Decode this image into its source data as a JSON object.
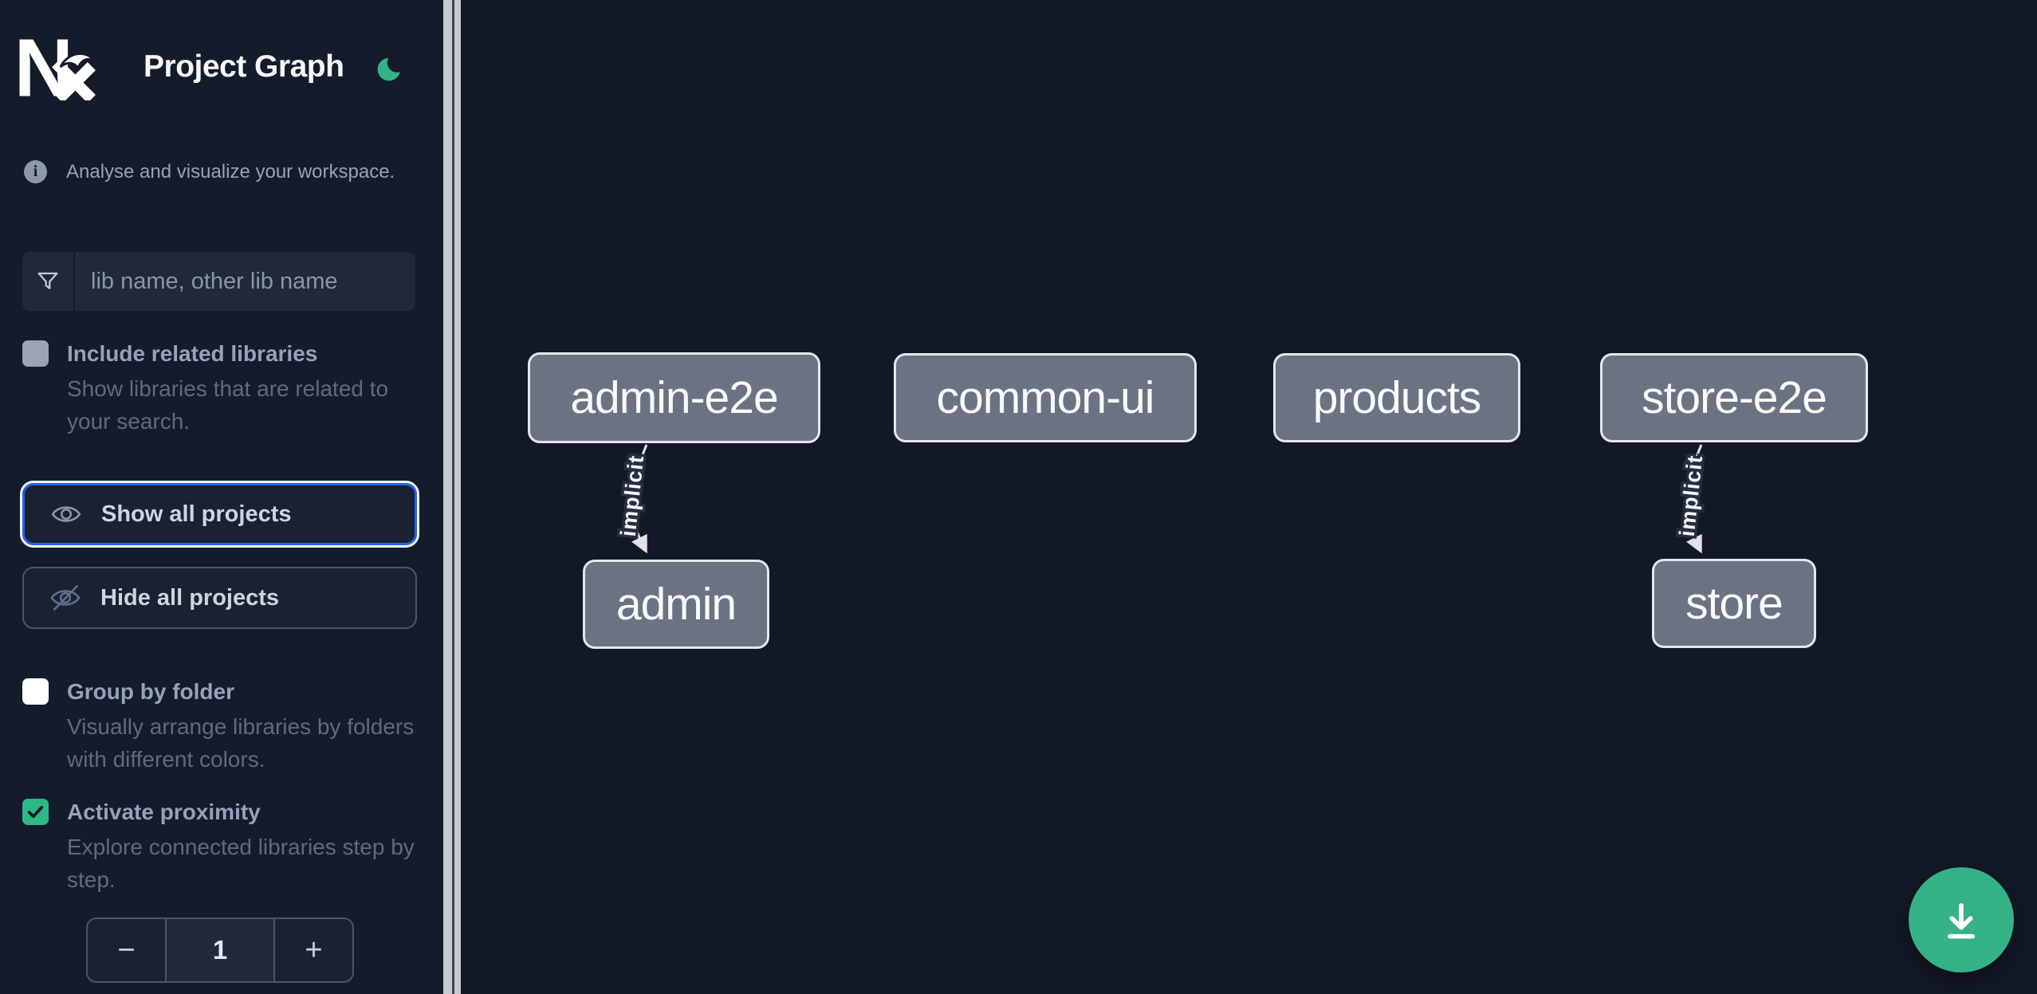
{
  "header": {
    "logo": "Nx",
    "title": "Project Graph",
    "theme_toggle_icon": "moon-icon"
  },
  "sidebar": {
    "tagline": "Analyse and visualize your workspace.",
    "filter": {
      "placeholder": "lib name, other lib name",
      "value": ""
    },
    "options": {
      "include_related": {
        "label": "Include related libraries",
        "description": "Show libraries that are related to your search.",
        "checked": false
      },
      "group_by_folder": {
        "label": "Group by folder",
        "description": "Visually arrange libraries by folders with different colors.",
        "checked": false
      },
      "activate_proximity": {
        "label": "Activate proximity",
        "description": "Explore connected libraries step by step.",
        "checked": true
      }
    },
    "actions": {
      "show_all": "Show all projects",
      "hide_all": "Hide all projects"
    },
    "stepper": {
      "decrease": "−",
      "value": "1",
      "increase": "+"
    }
  },
  "graph": {
    "nodes": [
      {
        "label": "admin-e2e"
      },
      {
        "label": "common-ui"
      },
      {
        "label": "products"
      },
      {
        "label": "store-e2e"
      },
      {
        "label": "admin"
      },
      {
        "label": "store"
      }
    ],
    "edges": [
      {
        "source": "admin-e2e",
        "target": "admin",
        "label": "implicit"
      },
      {
        "source": "store-e2e",
        "target": "store",
        "label": "implicit"
      }
    ]
  },
  "fab": {
    "icon": "download-icon"
  },
  "colors": {
    "canvas_background": "#121826",
    "sidebar_background": "#141b2b",
    "accent_green": "#34b286",
    "focus_ring_blue": "#2563eb",
    "node_fill": "#6b7383",
    "node_border": "#e3e7ec",
    "edge": "#dfe3e9"
  }
}
